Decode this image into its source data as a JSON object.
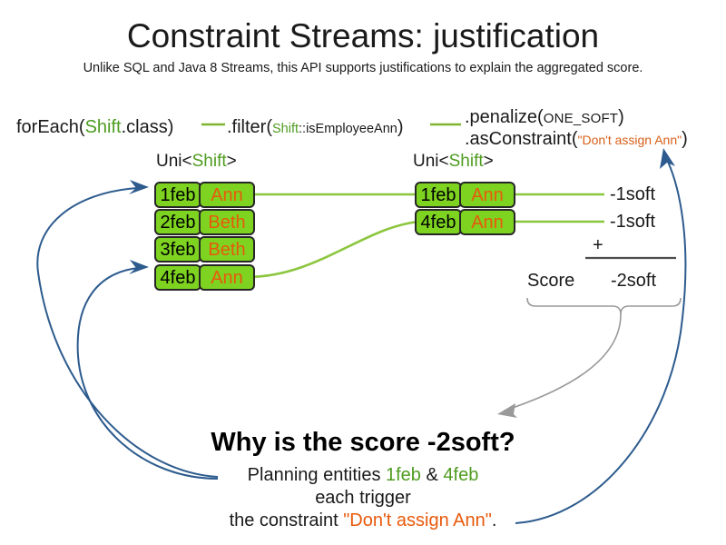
{
  "slide": {
    "title": "Constraint Streams: justification",
    "subtitle": "Unlike SQL and Java 8 Streams, this API supports justifications to explain the aggregated score."
  },
  "colors": {
    "green_text": "#4f9c20",
    "orange_text": "#e8590c",
    "box_fill": "#7ed321",
    "box_border": "#262626",
    "green_connector": "#8cc63f",
    "blue_arrow": "#2d5b8e",
    "gray_brace": "#9a9a9a"
  },
  "pipeline": {
    "foreach": {
      "call": "forEach(",
      "type": "Shift",
      "suffix": ".class)"
    },
    "filter": {
      "call": ".filter(",
      "type": "Shift",
      "method": "::isEmployeeAnn",
      "suffix": ")"
    },
    "penalize": {
      "call": ".penalize(",
      "arg": "ONE_SOFT",
      "suffix": ")"
    },
    "as_constraint": {
      "call": ".asConstraint(",
      "arg": "\"Don't assign Ann\"",
      "suffix": ")"
    }
  },
  "streams": {
    "left": {
      "label_prefix": "Uni<",
      "label_type": "Shift",
      "label_suffix": ">",
      "rows": [
        {
          "date": "1feb",
          "employee": "Ann"
        },
        {
          "date": "2feb",
          "employee": "Beth"
        },
        {
          "date": "3feb",
          "employee": "Beth"
        },
        {
          "date": "4feb",
          "employee": "Ann"
        }
      ]
    },
    "right": {
      "label_prefix": "Uni<",
      "label_type": "Shift",
      "label_suffix": ">",
      "rows": [
        {
          "date": "1feb",
          "employee": "Ann",
          "score": "-1soft"
        },
        {
          "date": "4feb",
          "employee": "Ann",
          "score": "-1soft"
        }
      ]
    }
  },
  "score": {
    "operator": "+",
    "label": "Score",
    "total": "-2soft"
  },
  "explanation": {
    "heading": "Why is the score -2soft?",
    "line1_prefix": "Planning entities ",
    "line1_entity_a": "1feb",
    "line1_amp": " & ",
    "line1_entity_b": "4feb",
    "line2": "each trigger",
    "line3_prefix": "the constraint ",
    "line3_constraint": "\"Don't assign Ann\"",
    "line3_suffix": "."
  }
}
